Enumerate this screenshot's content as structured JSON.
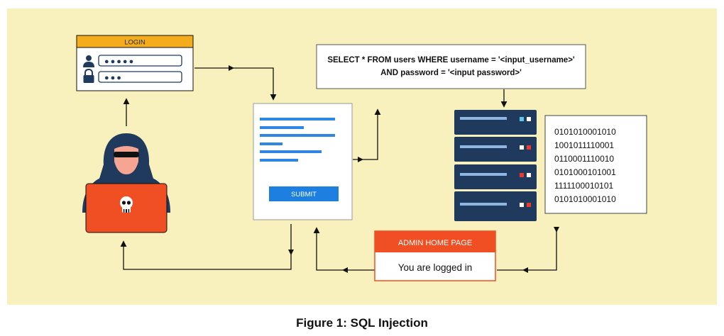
{
  "colors": {
    "background": "#f8f1bd",
    "navy": "#1f3a5c",
    "orange": "#f04f23",
    "login_header": "#f4ab1c",
    "blue_button": "#1d7fe0",
    "text_line": "#2f86e4",
    "led_red": "#e83b2e",
    "led_cyan": "#5fc8e8"
  },
  "login": {
    "title": "LOGIN",
    "username_mask": "●●●●●",
    "password_mask": "●●●",
    "user_icon": "user-icon",
    "lock_icon": "lock-icon"
  },
  "hacker": {
    "icon": "skull-icon"
  },
  "form": {
    "submit_label": "SUBMIT"
  },
  "query": {
    "line1": "SELECT * FROM users WHERE username = '<input_username>'",
    "line2": "AND password = '<input password>'"
  },
  "binary": {
    "lines": [
      "0101010001010",
      "1001011110001",
      "0110001110010",
      "0101000101001",
      "1111100010101",
      "0101010001010"
    ]
  },
  "admin": {
    "title": "ADMIN HOME PAGE",
    "message": "You are logged in"
  },
  "caption": "Figure 1: SQL Injection"
}
